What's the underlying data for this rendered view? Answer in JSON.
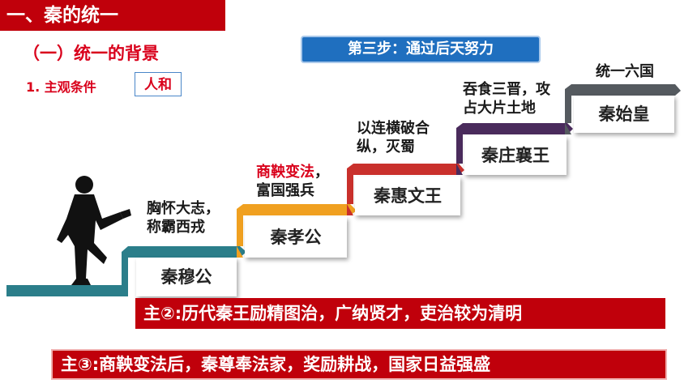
{
  "header": {
    "title": "一、秦的统一"
  },
  "section": {
    "title": "（一）统一的背景"
  },
  "condition": {
    "label": "1. 主观条件",
    "value": "人和"
  },
  "step": {
    "label": "第三步：通过后天努力"
  },
  "stairs": [
    {
      "name": "秦穆公",
      "note_line1": "胸怀大志，",
      "note_line2": "称霸西戎",
      "color": "#2b7e8a"
    },
    {
      "name": "秦孝公",
      "note_line1_red": "商鞅变法",
      "note_line1_tail": "，",
      "note_line2": "富国强兵",
      "color": "#f0a020"
    },
    {
      "name": "秦惠文王",
      "note_line1": "以连横破合",
      "note_line2": "纵，灭蜀",
      "color": "#c9302c"
    },
    {
      "name": "秦庄襄王",
      "note_line1": "吞食三晋，攻",
      "note_line2": "占大片土地",
      "color": "#4a2b5c"
    },
    {
      "name": "秦始皇",
      "note_line1": "统一六国",
      "color": "#555a5f"
    }
  ],
  "banners": [
    "主②:历代秦王励精图治，广纳贤才，吏治较为清明",
    "主③:商鞅变法后，秦尊奉法家，奖励耕战，国家日益强盛"
  ]
}
